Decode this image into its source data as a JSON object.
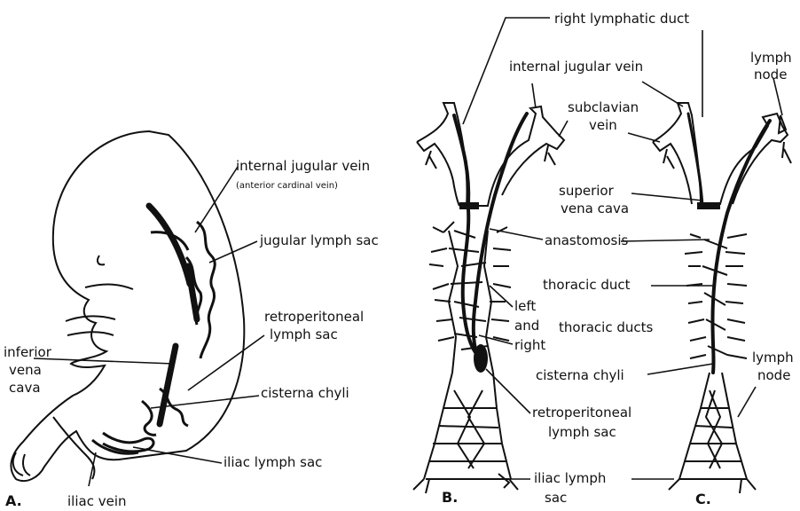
{
  "panels": {
    "a": {
      "letter": "A.",
      "labels": {
        "internal_jugular": "internal jugular vein",
        "anterior_cardinal": "(anterior cardinal vein)",
        "jugular_sac": "jugular lymph sac",
        "retroperitoneal_1": "retroperitoneal",
        "retroperitoneal_2": "lymph sac",
        "inferior_1": "inferior",
        "inferior_2": "vena",
        "inferior_3": "cava",
        "cisterna": "cisterna chyli",
        "iliac_sac": "iliac lymph sac",
        "iliac_vein": "iliac vein"
      }
    },
    "b": {
      "letter": "B.",
      "labels": {
        "right_lymphatic": "right lymphatic duct",
        "internal_jugular": "internal jugular vein",
        "subclavian_1": "subclavian",
        "subclavian_2": "vein",
        "superior_1": "superior",
        "superior_2": "vena cava",
        "anastomosis": "anastomosis",
        "thoracic_duct": "thoracic duct",
        "left": "left",
        "and": "and",
        "right": "right",
        "thoracic_ducts": "thoracic ducts",
        "cisterna": "cisterna chyli",
        "retroperitoneal_1": "retroperitoneal",
        "retroperitoneal_2": "lymph sac",
        "iliac_1": "iliac lymph",
        "iliac_2": "sac"
      }
    },
    "c": {
      "letter": "C.",
      "labels": {
        "lymph_node_top_1": "lymph",
        "lymph_node_top_2": "node",
        "lymph_node_bottom_1": "lymph",
        "lymph_node_bottom_2": "node"
      }
    }
  }
}
